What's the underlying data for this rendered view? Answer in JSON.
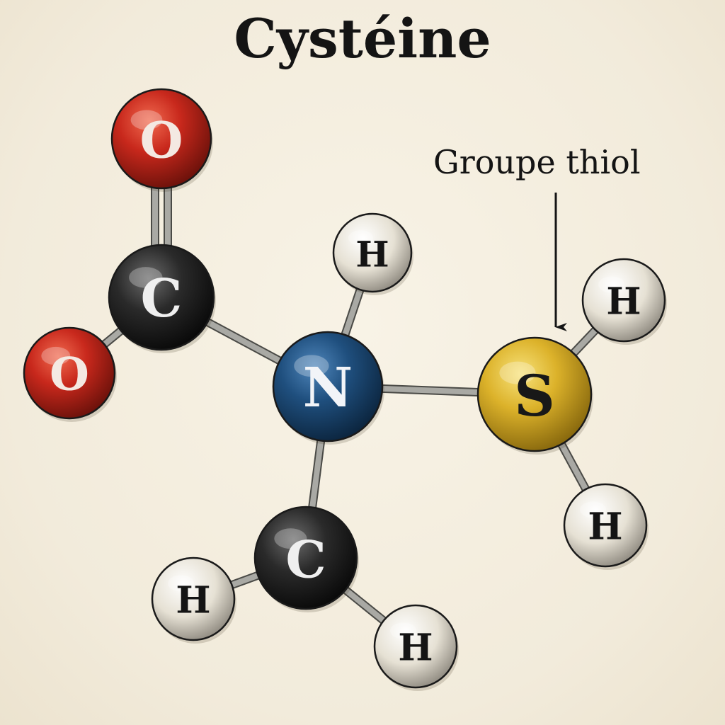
{
  "title": "Cystéine",
  "annotation": "Groupe thiol",
  "colors": {
    "oxygen": "#c8281c",
    "carbon": "#232323",
    "nitrogen": "#1f4f7e",
    "sulfur": "#dcb22a",
    "hydrogen": "#e6e1d4",
    "bond": "#a9a9a4"
  },
  "atoms": [
    {
      "id": "o1",
      "element": "oxygen",
      "label": "O"
    },
    {
      "id": "c1",
      "element": "carbon",
      "label": "C"
    },
    {
      "id": "o2",
      "element": "oxygen",
      "label": "O"
    },
    {
      "id": "h1",
      "element": "hydrogen",
      "label": "H"
    },
    {
      "id": "n1",
      "element": "nitrogen",
      "label": "N"
    },
    {
      "id": "s1",
      "element": "sulfur",
      "label": "S"
    },
    {
      "id": "h2",
      "element": "hydrogen",
      "label": "H"
    },
    {
      "id": "h3",
      "element": "hydrogen",
      "label": "H"
    },
    {
      "id": "c2",
      "element": "carbon",
      "label": "C"
    },
    {
      "id": "h4",
      "element": "hydrogen",
      "label": "H"
    },
    {
      "id": "h5",
      "element": "hydrogen",
      "label": "H"
    }
  ],
  "bonds": [
    {
      "from": "o1",
      "to": "c1",
      "order": 2
    },
    {
      "from": "c1",
      "to": "o2",
      "order": 1
    },
    {
      "from": "c1",
      "to": "n1",
      "order": 1
    },
    {
      "from": "h1",
      "to": "n1",
      "order": 1
    },
    {
      "from": "n1",
      "to": "s1",
      "order": 1
    },
    {
      "from": "s1",
      "to": "h2",
      "order": 1
    },
    {
      "from": "s1",
      "to": "h3",
      "order": 1
    },
    {
      "from": "n1",
      "to": "c2",
      "order": 1
    },
    {
      "from": "c2",
      "to": "h4",
      "order": 1
    },
    {
      "from": "c2",
      "to": "h5",
      "order": 1
    }
  ]
}
